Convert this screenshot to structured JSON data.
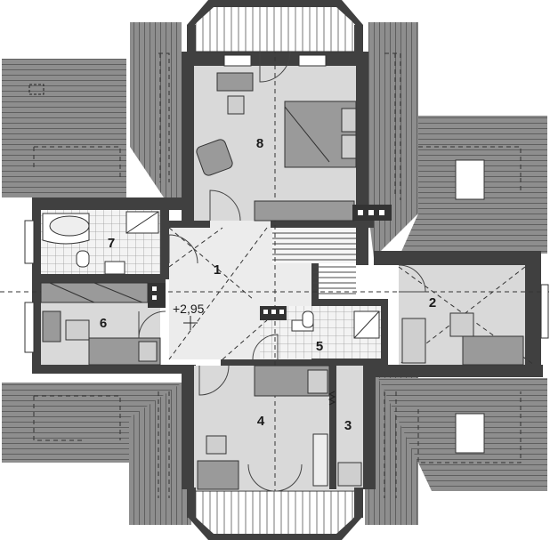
{
  "floor_plan": {
    "level_label": "+2,95",
    "rooms": [
      {
        "number": "1"
      },
      {
        "number": "2"
      },
      {
        "number": "3"
      },
      {
        "number": "4"
      },
      {
        "number": "5"
      },
      {
        "number": "6"
      },
      {
        "number": "7"
      },
      {
        "number": "8"
      }
    ]
  },
  "colors": {
    "roof_fill": "#8c8c8c",
    "wall": "#404040",
    "room_fill": "#d9d9d9",
    "circulation_fill": "#ececec"
  }
}
